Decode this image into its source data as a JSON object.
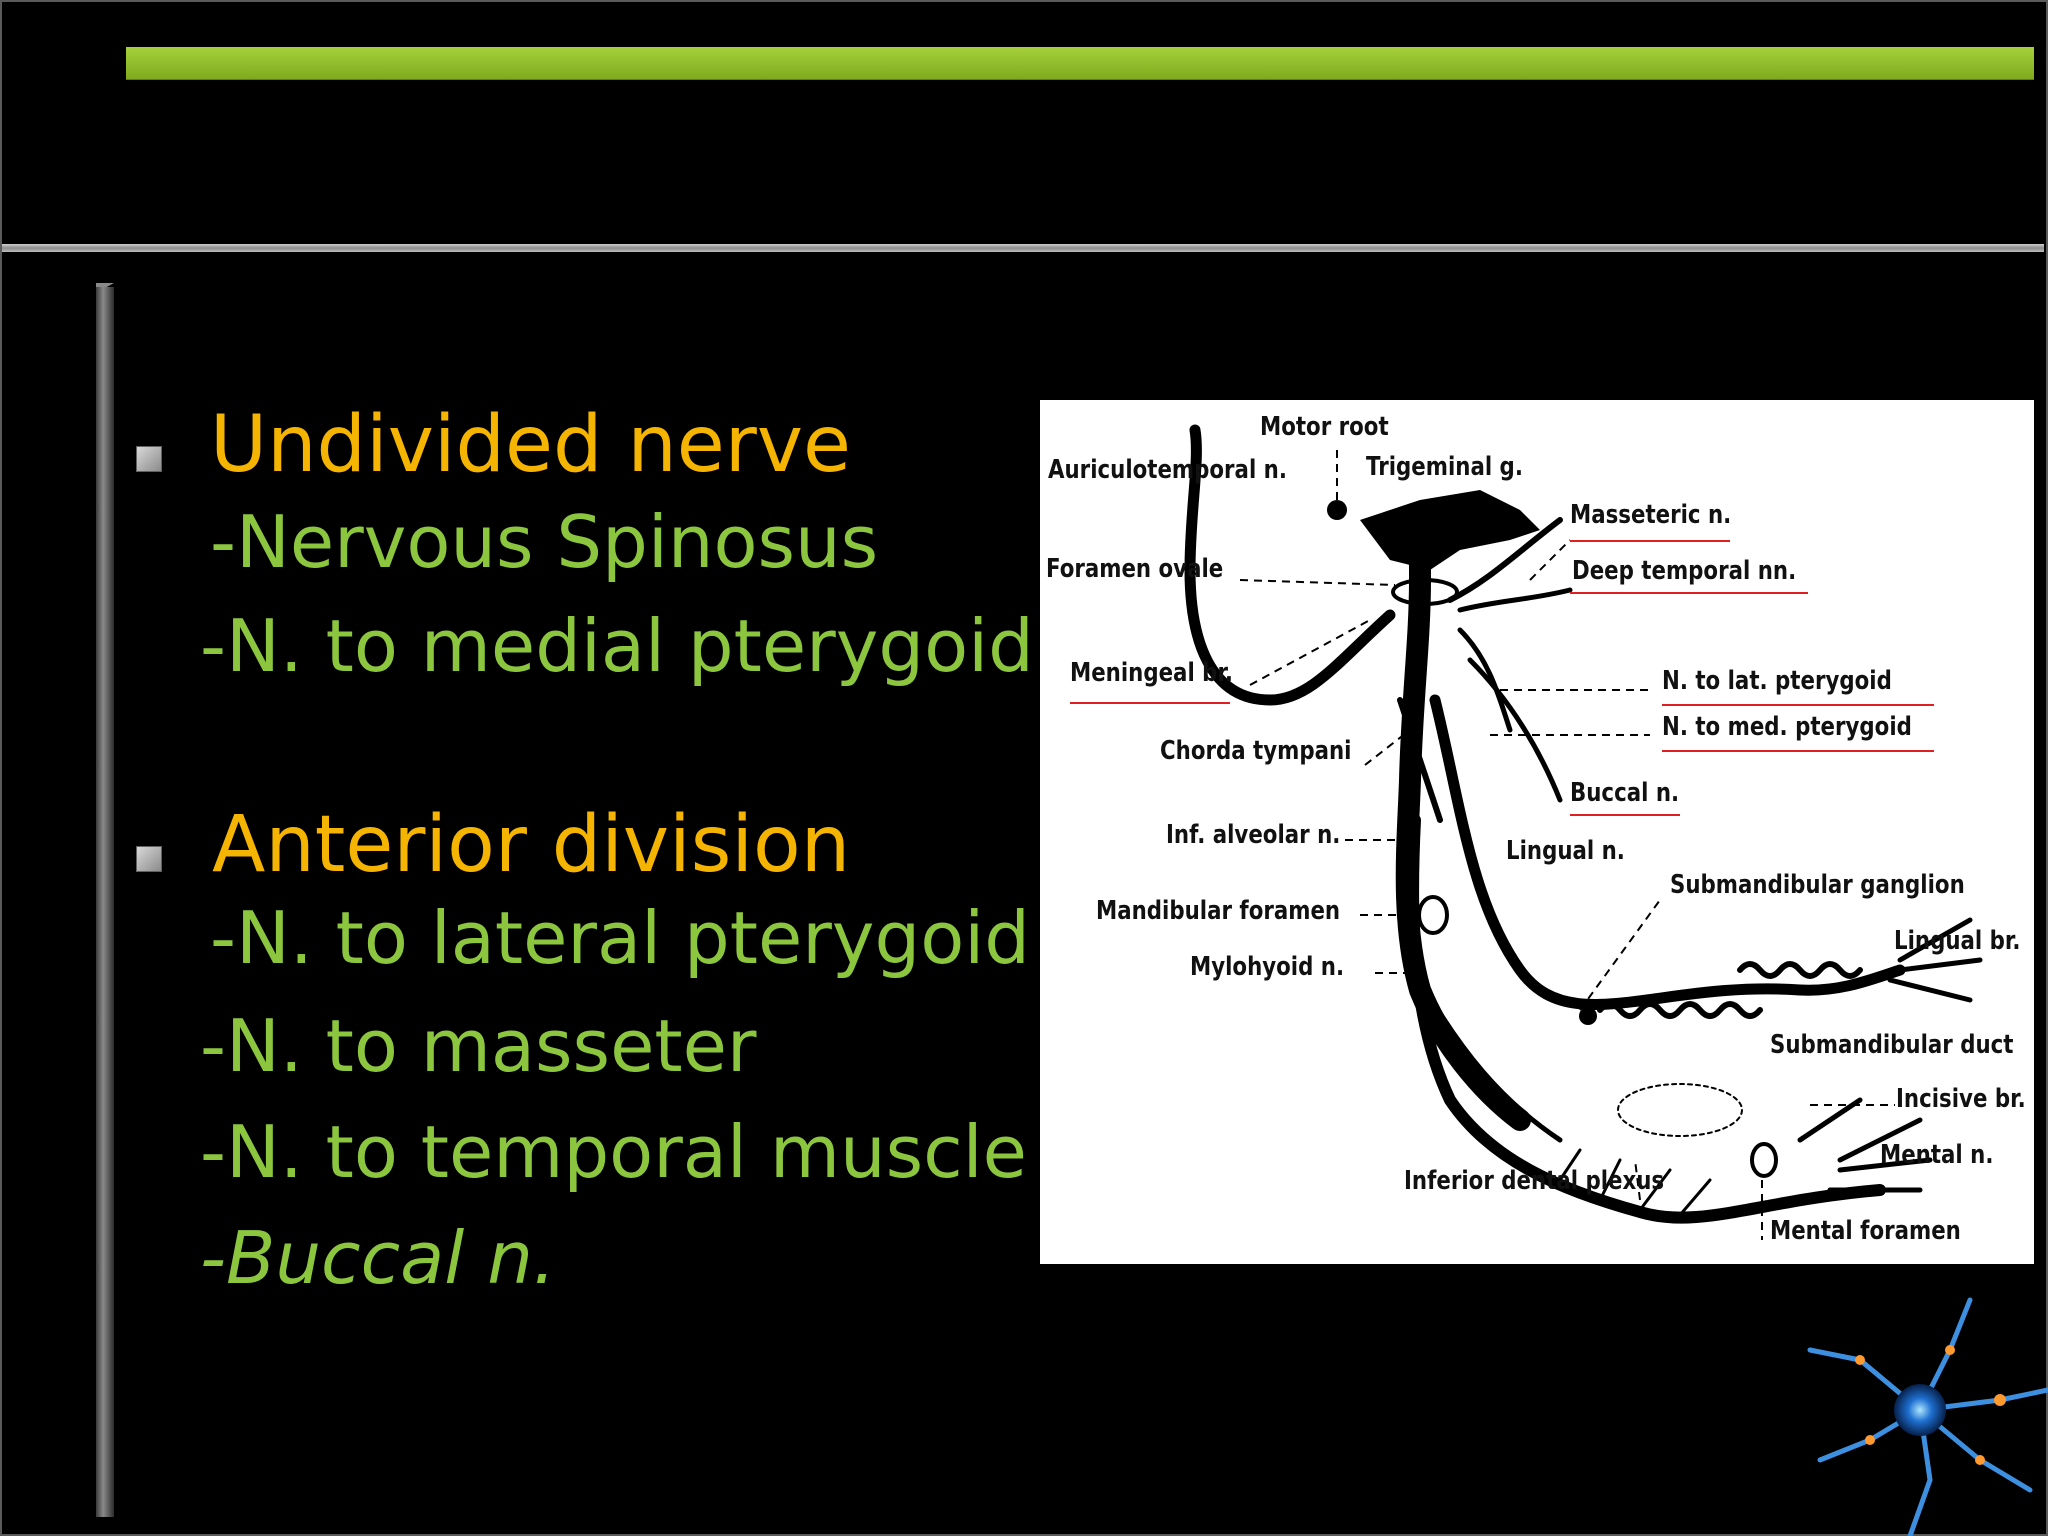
{
  "slide": {
    "bullets": [
      {
        "heading": "Undivided nerve",
        "items": [
          "-Nervous Spinosus",
          "-N. to medial pterygoid"
        ]
      },
      {
        "heading": "Anterior division",
        "items": [
          "-N. to lateral pterygoid",
          "-N. to masseter",
          "-N. to temporal muscle",
          "-Buccal n."
        ]
      }
    ]
  },
  "diagram": {
    "labels": {
      "motor_root": "Motor root",
      "auriculotemporal": "Auriculotemporal n.",
      "trigeminal": "Trigeminal g.",
      "masseteric": "Masseteric n.",
      "foramen_ovale": "Foramen ovale",
      "deep_temporal": "Deep temporal nn.",
      "meningeal": "Meningeal br.",
      "lat_pterygoid": "N. to lat. pterygoid",
      "med_pterygoid": "N. to med. pterygoid",
      "chorda": "Chorda tympani",
      "buccal": "Buccal n.",
      "inf_alveolar": "Inf. alveolar n.",
      "lingual": "Lingual n.",
      "submandibular_ganglion": "Submandibular ganglion",
      "mandibular_foramen": "Mandibular foramen",
      "lingual_br": "Lingual br.",
      "mylohyoid": "Mylohyoid n.",
      "submandibular_duct": "Submandibular duct",
      "incisive": "Incisive br.",
      "mental_n": "Mental n.",
      "inferior_dental_plexus": "Inferior dental plexus",
      "mental_foramen": "Mental foramen"
    }
  },
  "colors": {
    "heading": "#f4b400",
    "subitem": "#8cc63f",
    "accent_bar": "#8cc63f",
    "underline": "#e02020"
  },
  "icons": [
    "square-bullet-icon",
    "neuron-icon"
  ]
}
